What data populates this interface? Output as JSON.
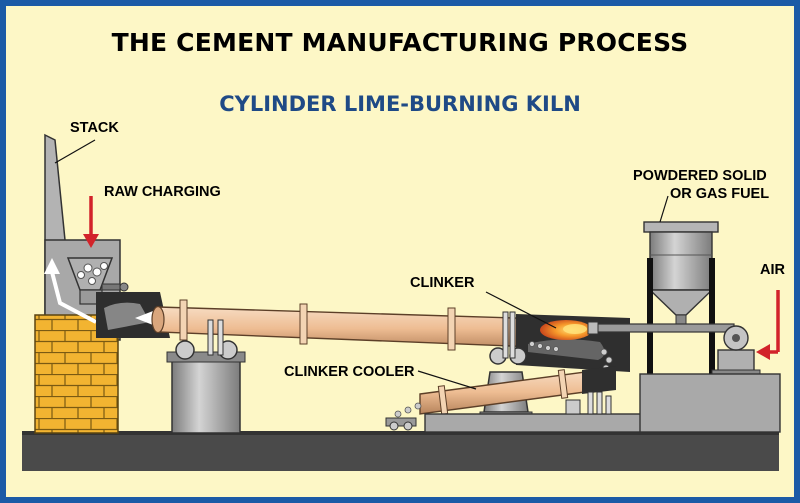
{
  "title": "THE CEMENT MANUFACTURING PROCESS",
  "subtitle": "CYLINDER LIME-BURNING KILN",
  "labels": {
    "stack": "STACK",
    "raw_charging": "RAW CHARGING",
    "clinker": "CLINKER",
    "clinker_cooler": "CLINKER COOLER",
    "powdered_fuel_line1": "POWDERED SOLID",
    "powdered_fuel_line2": "OR GAS FUEL",
    "air": "AIR"
  },
  "colors": {
    "frame": "#1b5aa6",
    "background": "#fdf7c6",
    "title_text": "#000000",
    "subtitle_text": "#1f4a86",
    "arrow_red": "#d2232a",
    "kiln_tube": "#f0c9a4",
    "brick": "#f2b431",
    "ground": "#4a4a4a",
    "machinery": "#9a9a9a"
  }
}
